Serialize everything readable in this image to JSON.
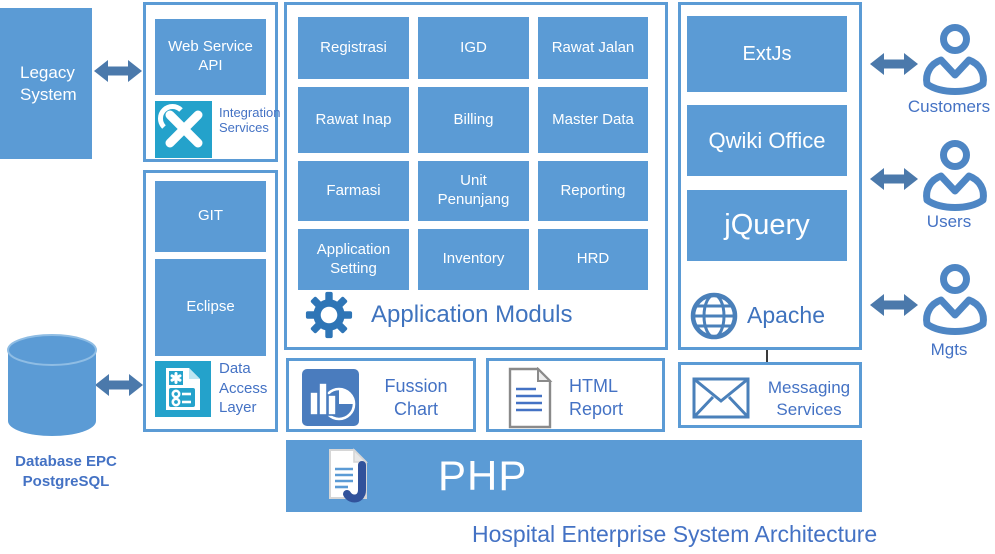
{
  "title": {
    "caption": "Hospital Enterprise System Architecture"
  },
  "colors": {
    "primary_blue": "#5b9bd5",
    "arrow_blue": "#4b79ab",
    "label_blue": "#4472c4",
    "icon_teal": "#24a2cb",
    "icon_navy": "#31529b",
    "chart_icon_blue": "#4a7cbe"
  },
  "left_column": {
    "legacy_system": "Legacy System",
    "database_label": "Database EPC PostgreSQL"
  },
  "integration_stack": {
    "web_service_api": "Web Service API",
    "integration_services": "Integration Services"
  },
  "dev_stack": {
    "git": "GIT",
    "eclipse": "Eclipse",
    "data_access_layer": "Data Access Layer"
  },
  "modules": {
    "items": [
      "Registrasi",
      "IGD",
      "Rawat Jalan",
      "Rawat Inap",
      "Billing",
      "Master Data",
      "Farmasi",
      "Unit Penunjang",
      "Reporting",
      "Application Setting",
      "Inventory",
      "HRD"
    ],
    "footer_label": "Application Moduls"
  },
  "frontend": {
    "items": [
      "ExtJs",
      "Qwiki Office",
      "jQuery"
    ],
    "server_label": "Apache"
  },
  "actors": {
    "customers": "Customers",
    "users": "Users",
    "mgts": "Mgts"
  },
  "services": {
    "fussion_chart": "Fussion Chart",
    "html_report": "HTML Report",
    "messaging_services": "Messaging Services"
  },
  "php": {
    "label": "PHP"
  }
}
